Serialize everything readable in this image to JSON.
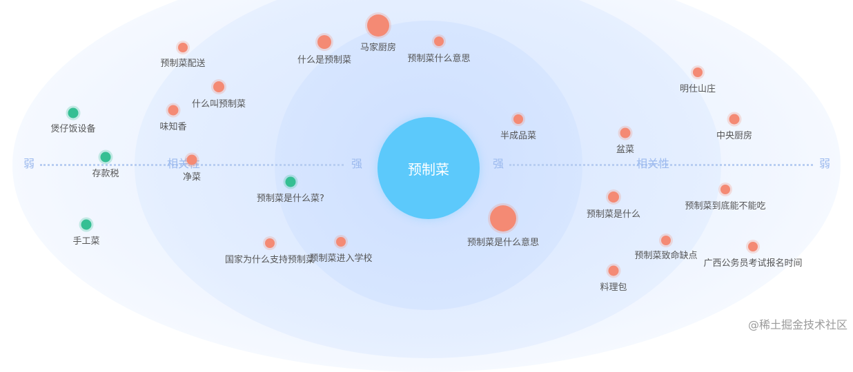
{
  "center": {
    "label": "预制菜"
  },
  "axis": {
    "left_outer": "弱",
    "left_mid": "相关性",
    "left_inner": "强",
    "right_inner": "强",
    "right_mid": "相关性",
    "right_outer": "弱"
  },
  "nodes": [
    {
      "label": "马家厨房",
      "color": "red"
    },
    {
      "label": "什么是预制菜",
      "color": "red"
    },
    {
      "label": "预制菜什么意思",
      "color": "red"
    },
    {
      "label": "预制菜配送",
      "color": "red"
    },
    {
      "label": "什么叫预制菜",
      "color": "red"
    },
    {
      "label": "味知香",
      "color": "red"
    },
    {
      "label": "煲仔饭设备",
      "color": "green"
    },
    {
      "label": "存款税",
      "color": "green"
    },
    {
      "label": "净菜",
      "color": "red"
    },
    {
      "label": "预制菜是什么菜?",
      "color": "green"
    },
    {
      "label": "手工菜",
      "color": "green"
    },
    {
      "label": "国家为什么支持预制菜",
      "color": "red"
    },
    {
      "label": "预制菜进入学校",
      "color": "red"
    },
    {
      "label": "半成品菜",
      "color": "red"
    },
    {
      "label": "预制菜是什么意思",
      "color": "red"
    },
    {
      "label": "明仕山庄",
      "color": "red"
    },
    {
      "label": "中央厨房",
      "color": "red"
    },
    {
      "label": "盆菜",
      "color": "red"
    },
    {
      "label": "预制菜是什么",
      "color": "red"
    },
    {
      "label": "预制菜到底能不能吃",
      "color": "red"
    },
    {
      "label": "预制菜致命缺点",
      "color": "red"
    },
    {
      "label": "广西公务员考试报名时间",
      "color": "red"
    },
    {
      "label": "料理包",
      "color": "red"
    }
  ],
  "watermark": "@稀土掘金技术社区"
}
